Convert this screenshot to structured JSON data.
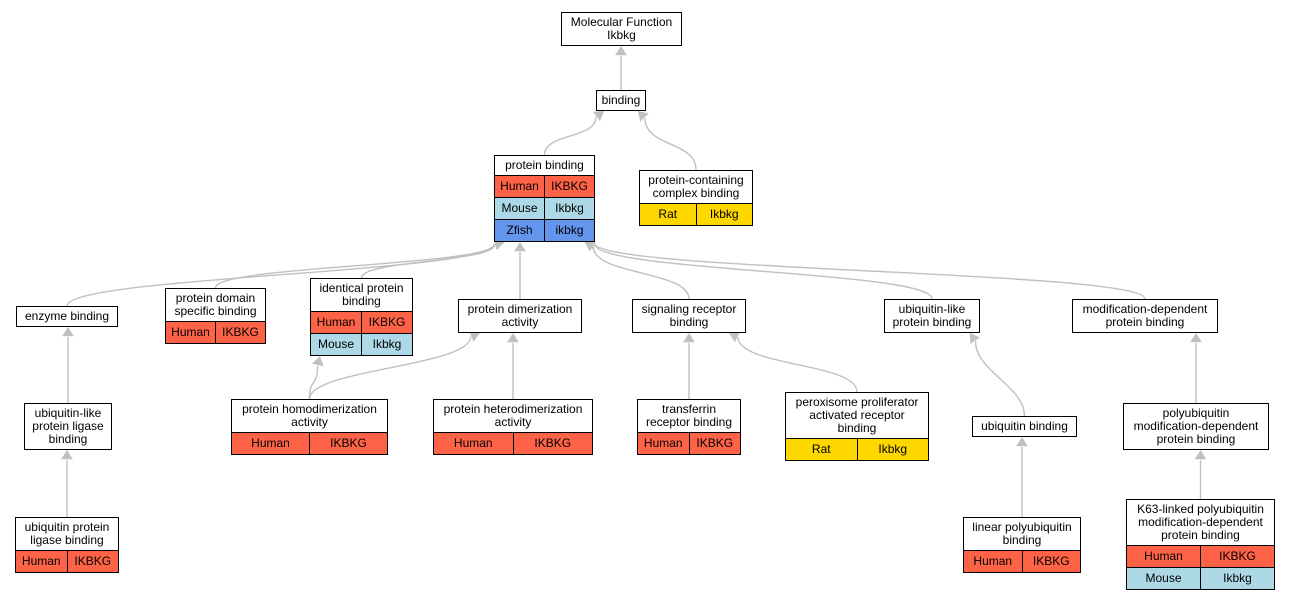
{
  "colors": {
    "edge": "#c0c0c0",
    "Human": "#ff6347",
    "Mouse": "#add8e6",
    "Zfish": "#6495ed",
    "Rat": "#ffd700"
  },
  "nodes": [
    {
      "id": "mf",
      "label": "Molecular Function\nIkbkg",
      "rows": []
    },
    {
      "id": "binding",
      "label": "binding",
      "rows": []
    },
    {
      "id": "protein_binding",
      "label": "protein binding",
      "rows": [
        {
          "species": "Human",
          "gene": "IKBKG"
        },
        {
          "species": "Mouse",
          "gene": "Ikbkg"
        },
        {
          "species": "Zfish",
          "gene": "ikbkg"
        }
      ]
    },
    {
      "id": "complex_binding",
      "label": "protein-containing\ncomplex binding",
      "rows": [
        {
          "species": "Rat",
          "gene": "Ikbkg"
        }
      ]
    },
    {
      "id": "enzyme_binding",
      "label": "enzyme binding",
      "rows": []
    },
    {
      "id": "domain_binding",
      "label": "protein domain\nspecific binding",
      "rows": [
        {
          "species": "Human",
          "gene": "IKBKG"
        }
      ]
    },
    {
      "id": "identical_binding",
      "label": "identical protein\nbinding",
      "rows": [
        {
          "species": "Human",
          "gene": "IKBKG"
        },
        {
          "species": "Mouse",
          "gene": "Ikbkg"
        }
      ]
    },
    {
      "id": "dimerization",
      "label": "protein dimerization\nactivity",
      "rows": []
    },
    {
      "id": "signaling",
      "label": "signaling receptor\nbinding",
      "rows": []
    },
    {
      "id": "ubl_binding",
      "label": "ubiquitin-like\nprotein binding",
      "rows": []
    },
    {
      "id": "moddep",
      "label": "modification-dependent\nprotein binding",
      "rows": []
    },
    {
      "id": "ubl_ligase",
      "label": "ubiquitin-like\nprotein ligase\nbinding",
      "rows": []
    },
    {
      "id": "homodimer",
      "label": "protein homodimerization\nactivity",
      "rows": [
        {
          "species": "Human",
          "gene": "IKBKG"
        }
      ]
    },
    {
      "id": "heterodimer",
      "label": "protein heterodimerization\nactivity",
      "rows": [
        {
          "species": "Human",
          "gene": "IKBKG"
        }
      ]
    },
    {
      "id": "transferrin",
      "label": "transferrin\nreceptor binding",
      "rows": [
        {
          "species": "Human",
          "gene": "IKBKG"
        }
      ]
    },
    {
      "id": "ppar",
      "label": "peroxisome proliferator\nactivated receptor\nbinding",
      "rows": [
        {
          "species": "Rat",
          "gene": "Ikbkg"
        }
      ]
    },
    {
      "id": "ub_binding",
      "label": "ubiquitin binding",
      "rows": []
    },
    {
      "id": "polyub",
      "label": "polyubiquitin\nmodification-dependent\nprotein binding",
      "rows": []
    },
    {
      "id": "ub_ligase",
      "label": "ubiquitin protein\nligase binding",
      "rows": [
        {
          "species": "Human",
          "gene": "IKBKG"
        }
      ]
    },
    {
      "id": "linear_polyub",
      "label": "linear polyubiquitin\nbinding",
      "rows": [
        {
          "species": "Human",
          "gene": "IKBKG"
        }
      ]
    },
    {
      "id": "k63",
      "label": "K63-linked polyubiquitin\nmodification-dependent\nprotein binding",
      "rows": [
        {
          "species": "Human",
          "gene": "IKBKG"
        },
        {
          "species": "Mouse",
          "gene": "Ikbkg"
        }
      ]
    }
  ],
  "edges": [
    {
      "from": "binding",
      "to": "mf"
    },
    {
      "from": "protein_binding",
      "to": "binding"
    },
    {
      "from": "complex_binding",
      "to": "binding"
    },
    {
      "from": "enzyme_binding",
      "to": "protein_binding"
    },
    {
      "from": "domain_binding",
      "to": "protein_binding"
    },
    {
      "from": "identical_binding",
      "to": "protein_binding"
    },
    {
      "from": "dimerization",
      "to": "protein_binding"
    },
    {
      "from": "signaling",
      "to": "protein_binding"
    },
    {
      "from": "ubl_binding",
      "to": "protein_binding"
    },
    {
      "from": "moddep",
      "to": "protein_binding"
    },
    {
      "from": "ubl_ligase",
      "to": "enzyme_binding"
    },
    {
      "from": "ub_ligase",
      "to": "ubl_ligase"
    },
    {
      "from": "homodimer",
      "to": "identical_binding"
    },
    {
      "from": "homodimer",
      "to": "dimerization"
    },
    {
      "from": "heterodimer",
      "to": "dimerization"
    },
    {
      "from": "transferrin",
      "to": "signaling"
    },
    {
      "from": "ppar",
      "to": "signaling"
    },
    {
      "from": "ub_binding",
      "to": "ubl_binding"
    },
    {
      "from": "linear_polyub",
      "to": "ub_binding"
    },
    {
      "from": "polyub",
      "to": "moddep"
    },
    {
      "from": "k63",
      "to": "polyub"
    }
  ]
}
